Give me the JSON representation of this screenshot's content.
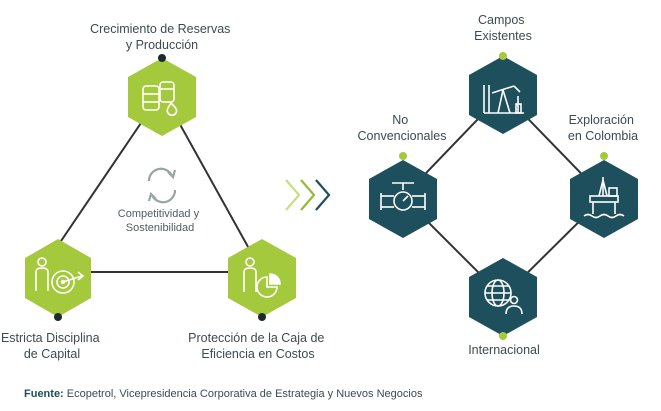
{
  "left": {
    "top": {
      "line1": "Crecimiento de Reservas",
      "line2": "y Producción",
      "icon": "oil-barrels-icon"
    },
    "bottom_left": {
      "line1": "Estricta Disciplina",
      "line2": "de Capital",
      "icon": "person-target-icon"
    },
    "bottom_right": {
      "line1": "Protección de la Caja de",
      "line2": "Eficiencia en Costos",
      "icon": "person-pie-chart-icon"
    },
    "center": {
      "line1": "Competitividad y",
      "line2": "Sostenibilidad",
      "icon": "refresh-cycle-icon"
    }
  },
  "right": {
    "top": {
      "line1": "Campos",
      "line2": "Existentes",
      "icon": "oil-pumpjack-icon"
    },
    "left": {
      "line1": "No",
      "line2": "Convencionales",
      "icon": "pipeline-valve-icon"
    },
    "right": {
      "line1": "Exploración",
      "line2": "en Colombia",
      "icon": "offshore-rig-icon"
    },
    "bottom": {
      "line1": "Internacional",
      "icon": "globe-people-icon"
    }
  },
  "footer": {
    "source_label": "Fuente:",
    "source_text": " Ecopetrol, Vicepresidencia Corporativa de Estrategia y Nuevos Negocios"
  },
  "colors": {
    "green": "#a5c93c",
    "dark_teal": "#1d4f5c",
    "line": "#333333",
    "arrow_light": "#c9dc8a",
    "arrow_mid": "#93bb3a",
    "arrow_dark": "#1d4f5c"
  }
}
